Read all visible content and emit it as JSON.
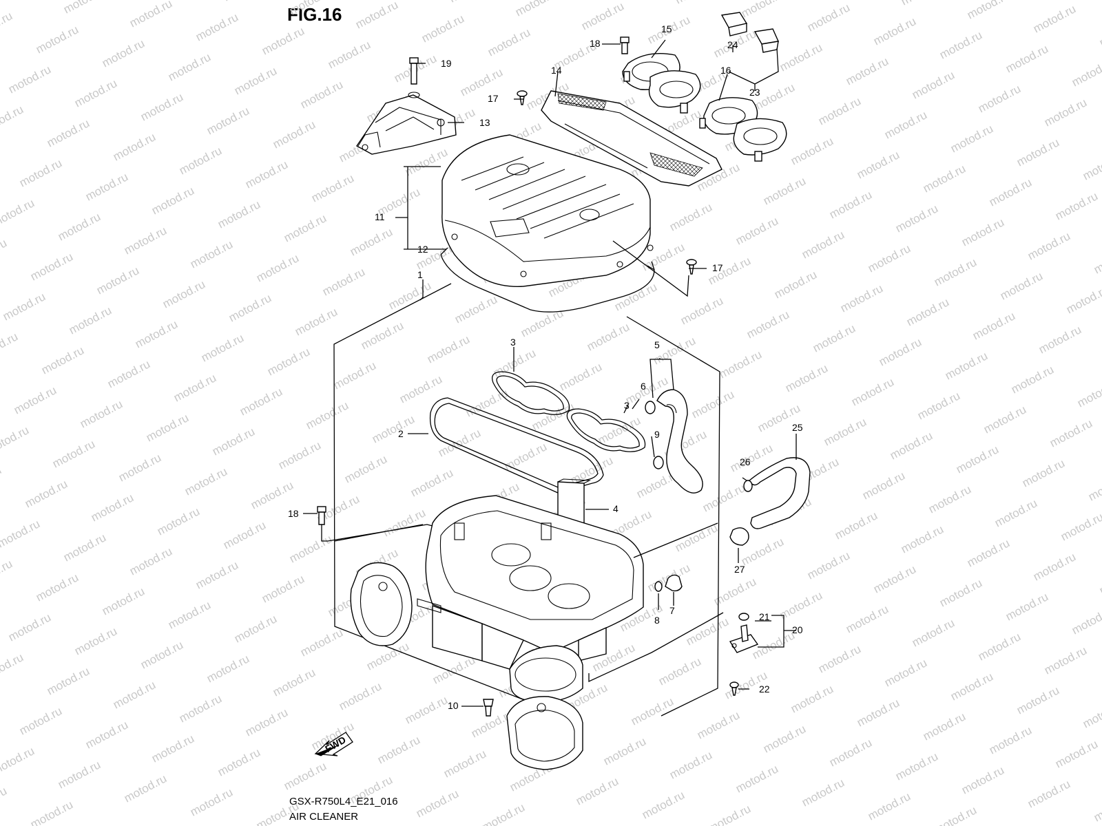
{
  "figure": {
    "title": "FIG.16",
    "code": "GSX-R750L4_E21_016",
    "caption": "AIR CLEANER",
    "fwd_label": "FWD",
    "watermark": "motod.ru"
  },
  "callouts": {
    "c1": "1",
    "c2": "2",
    "c3a": "3",
    "c3b": "3",
    "c4": "4",
    "c5": "5",
    "c6": "6",
    "c7": "7",
    "c8": "8",
    "c9": "9",
    "c10": "10",
    "c11": "11",
    "c12": "12",
    "c13": "13",
    "c14": "14",
    "c15": "15",
    "c16": "16",
    "c17a": "17",
    "c17b": "17",
    "c18a": "18",
    "c18b": "18",
    "c19": "19",
    "c20": "20",
    "c21": "21",
    "c22": "22",
    "c23": "23",
    "c24": "24",
    "c25": "25",
    "c26": "26",
    "c27": "27"
  }
}
